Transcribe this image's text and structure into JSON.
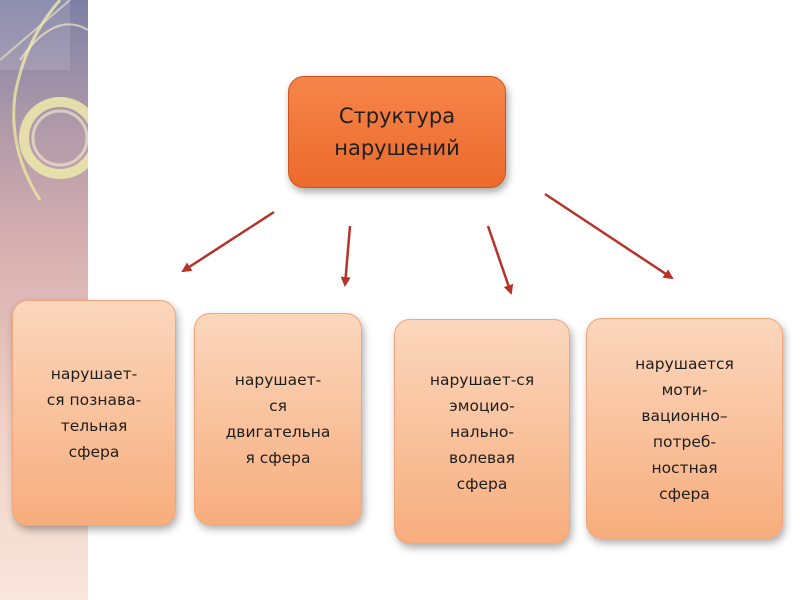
{
  "diagram": {
    "root": {
      "label": "Структура\nнарушений"
    },
    "children": [
      {
        "label": "нарушает-\nся познава-\nтельная\nсфера"
      },
      {
        "label": "нарушает-\nся\nдвигательна\nя сфера"
      },
      {
        "label": "нарушает-ся\nэмоцио-\nнально-\nволевая\nсфера"
      },
      {
        "label": "нарушается\nмоти-\nвационно–\nпотреб-\nностная\nсфера"
      }
    ],
    "colors": {
      "root_fill": "#ef7034",
      "child_fill": "#f9bf97",
      "arrow": "#b5332a"
    }
  }
}
